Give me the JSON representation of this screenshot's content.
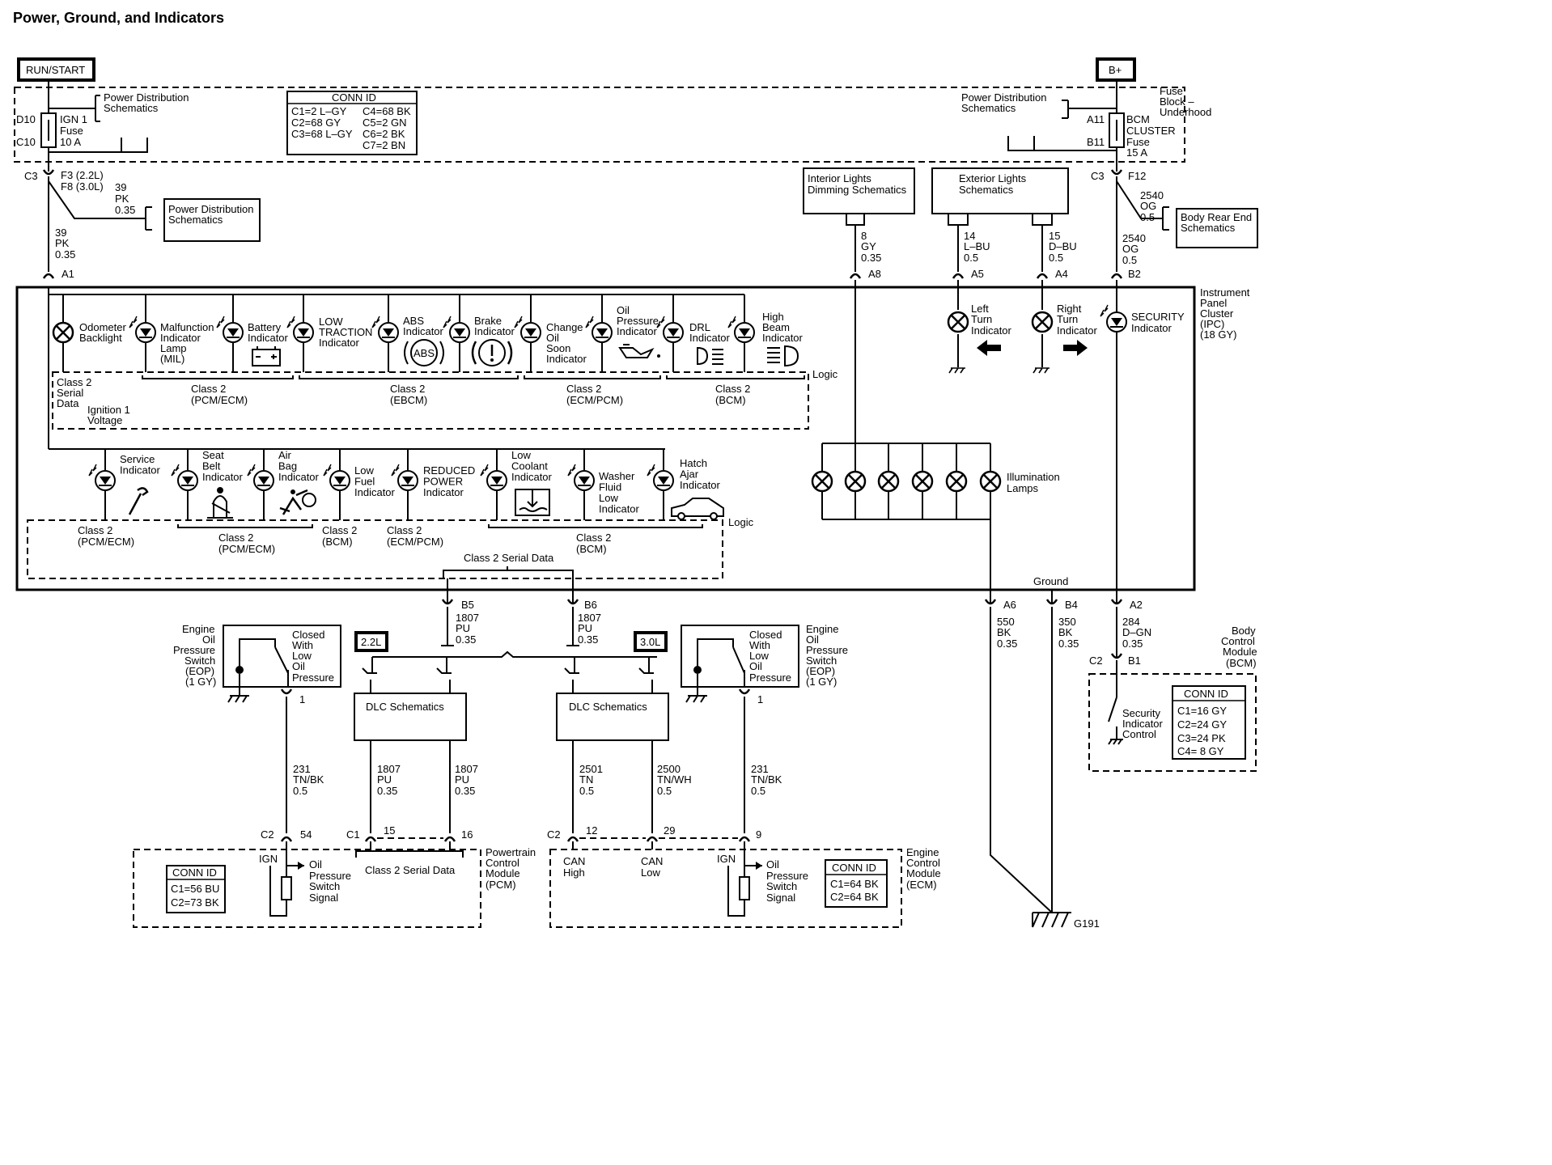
{
  "title": "Power, Ground, and Indicators",
  "supplies": {
    "run_start": "RUN/START",
    "b_plus": "B+"
  },
  "fuse_block": {
    "label": [
      "Fuse",
      "Block –",
      "Underhood"
    ],
    "ign_fuse": [
      "IGN 1",
      "Fuse",
      "10 A"
    ],
    "ign_pins": [
      "D10",
      "C10"
    ],
    "bcm_fuse": [
      "BCM",
      "CLUSTER",
      "Fuse",
      "15 A"
    ],
    "bcm_pins": [
      "A11",
      "B11"
    ],
    "pd_left": [
      "Power Distribution",
      "Schematics"
    ],
    "pd_right": [
      "Power Distribution",
      "Schematics"
    ]
  },
  "conn_id_main": {
    "title": "CONN ID",
    "left": [
      "C1=2 L–GY",
      "C2=68 GY",
      "C3=68 L–GY"
    ],
    "right": [
      "C4=68 BK",
      "C5=2 GN",
      "C6=2 BK",
      "C7=2 BN"
    ]
  },
  "feed_left": {
    "connector": "C3",
    "cavities": [
      "F3 (2.2L)",
      "F8 (3.0L)"
    ],
    "branch_wire": [
      "39",
      "PK",
      "0.35"
    ],
    "branch_box": [
      "Power Distribution",
      "Schematics"
    ],
    "wire": [
      "39",
      "PK",
      "0.35"
    ],
    "pin": "A1"
  },
  "feed_right": {
    "connector": "C3",
    "cavity": "F12",
    "branch_wire": [
      "2540",
      "OG",
      "0.5"
    ],
    "branch_box": [
      "Body Rear End",
      "Schematics"
    ],
    "wire": [
      "2540",
      "OG",
      "0.5"
    ],
    "pin": "B2"
  },
  "dimming": {
    "box": [
      "Interior Lights",
      "Dimming Schematics"
    ],
    "wire": [
      "8",
      "GY",
      "0.35"
    ],
    "pin": "A8"
  },
  "exterior": {
    "box": [
      "Exterior Lights",
      "Schematics"
    ],
    "left_wire": [
      "14",
      "L–BU",
      "0.5"
    ],
    "left_pin": "A5",
    "right_wire": [
      "15",
      "D–BU",
      "0.5"
    ],
    "right_pin": "A4"
  },
  "ipc_label": [
    "Instrument",
    "Panel",
    "Cluster",
    "(IPC)",
    "(18 GY)"
  ],
  "row1_indicators": [
    [
      "Odometer",
      "Backlight"
    ],
    [
      "Malfunction",
      "Indicator",
      "Lamp",
      "(MIL)"
    ],
    [
      "Battery",
      "Indicator"
    ],
    [
      "LOW",
      "TRACTION",
      "Indicator"
    ],
    [
      "ABS",
      "Indicator"
    ],
    [
      "Brake",
      "Indicator"
    ],
    [
      "Change",
      "Oil",
      "Soon",
      "Indicator"
    ],
    [
      "Oil",
      "Pressure",
      "Indicator"
    ],
    [
      "DRL",
      "Indicator"
    ],
    [
      "High",
      "Beam",
      "Indicator"
    ]
  ],
  "abs_symbol": "ABS",
  "brake_symbol": "(!)",
  "turn": {
    "left": [
      "Left",
      "Turn",
      "Indicator"
    ],
    "right": [
      "Right",
      "Turn",
      "Indicator"
    ],
    "security": [
      "SECURITY",
      "Indicator"
    ]
  },
  "row1_logic": {
    "serial": [
      "Class 2",
      "Serial",
      "Data"
    ],
    "groups": [
      [
        "Class 2",
        "(PCM/ECM)"
      ],
      [
        "Class 2",
        "(EBCM)"
      ],
      [
        "Class 2",
        "(ECM/PCM)"
      ],
      [
        "Class 2",
        "(BCM)"
      ]
    ],
    "logic": "Logic",
    "ign_voltage": [
      "Ignition 1",
      "Voltage"
    ]
  },
  "row2_indicators": [
    [
      "Service",
      "Indicator"
    ],
    [
      "Seat",
      "Belt",
      "Indicator"
    ],
    [
      "Air",
      "Bag",
      "Indicator"
    ],
    [
      "Low",
      "Fuel",
      "Indicator"
    ],
    [
      "REDUCED",
      "POWER",
      "Indicator"
    ],
    [
      "Low",
      "Coolant",
      "Indicator"
    ],
    [
      "Washer",
      "Fluid",
      "Low",
      "Indicator"
    ],
    [
      "Hatch",
      "Ajar",
      "Indicator"
    ]
  ],
  "row2_logic": {
    "groups": [
      [
        "Class 2",
        "(PCM/ECM)"
      ],
      [
        "Class 2",
        "(PCM/ECM)"
      ],
      [
        "Class 2",
        "(BCM)"
      ],
      [
        "Class 2",
        "(ECM/PCM)"
      ],
      [
        "Class 2",
        "(BCM)"
      ]
    ],
    "logic": "Logic",
    "serial": "Class 2 Serial Data"
  },
  "illumination": "Illumination\nLamps",
  "illum_label": [
    "Illumination",
    "Lamps"
  ],
  "ground_label": "Ground",
  "ipc_bottom_pins": {
    "b5": {
      "pin": "B5",
      "wire": [
        "1807",
        "PU",
        "0.35"
      ]
    },
    "b6": {
      "pin": "B6",
      "wire": [
        "1807",
        "PU",
        "0.35"
      ]
    },
    "a6": {
      "pin": "A6",
      "wire": [
        "550",
        "BK",
        "0.35"
      ]
    },
    "b4": {
      "pin": "B4",
      "wire": [
        "350",
        "BK",
        "0.35"
      ]
    },
    "a2": {
      "pin": "A2",
      "wire": [
        "284",
        "D–GN",
        "0.35"
      ]
    }
  },
  "engine_tags": [
    "2.2L",
    "3.0L"
  ],
  "dlc": [
    "DLC Schematics",
    "DLC Schematics"
  ],
  "eop_left": {
    "label": [
      "Engine",
      "Oil",
      "Pressure",
      "Switch",
      "(EOP)",
      "(1 GY)"
    ],
    "switch": [
      "Closed",
      "With",
      "Low",
      "Oil",
      "Pressure"
    ],
    "pin": "1",
    "wire": [
      "231",
      "TN/BK",
      "0.5"
    ]
  },
  "eop_right": {
    "label": [
      "Engine",
      "Oil",
      "Pressure",
      "Switch",
      "(EOP)",
      "(1 GY)"
    ],
    "switch": [
      "Closed",
      "With",
      "Low",
      "Oil",
      "Pressure"
    ],
    "pin": "1",
    "wire": [
      "231",
      "TN/BK",
      "0.5"
    ]
  },
  "pcm": {
    "label": [
      "Powertrain",
      "Control",
      "Module",
      "(PCM)"
    ],
    "conn": {
      "title": "CONN ID",
      "rows": [
        "C1=56 BU",
        "C2=73 BK"
      ]
    },
    "pins": {
      "c2": "C2",
      "p54": "54",
      "c1": "C1",
      "p15": "15",
      "p16": "16"
    },
    "dlc_wires": [
      [
        "1807",
        "PU",
        "0.35"
      ],
      [
        "1807",
        "PU",
        "0.35"
      ]
    ],
    "ign": "IGN",
    "switch_signal": [
      "Oil",
      "Pressure",
      "Switch",
      "Signal"
    ],
    "serial": "Class 2 Serial Data"
  },
  "ecm": {
    "label": [
      "Engine",
      "Control",
      "Module",
      "(ECM)"
    ],
    "conn": {
      "title": "CONN ID",
      "rows": [
        "C1=64 BK",
        "C2=64 BK"
      ]
    },
    "pins": {
      "c2": "C2",
      "p12": "12",
      "p29": "29",
      "p9": "9"
    },
    "can_wires": [
      [
        "2501",
        "TN",
        "0.5"
      ],
      [
        "2500",
        "TN/WH",
        "0.5"
      ]
    ],
    "can": [
      [
        "CAN",
        "High"
      ],
      [
        "CAN",
        "Low"
      ]
    ],
    "ign": "IGN",
    "switch_signal": [
      "Oil",
      "Pressure",
      "Switch",
      "Signal"
    ]
  },
  "bcm": {
    "label": [
      "Body",
      "Control",
      "Module",
      "(BCM)"
    ],
    "connector": "C2",
    "pin": "B1",
    "security": [
      "Security",
      "Indicator",
      "Control"
    ],
    "conn": {
      "title": "CONN ID",
      "rows": [
        "C1=16 GY",
        "C2=24 GY",
        "C3=24 PK",
        "C4=  8 GY"
      ]
    }
  },
  "g191": "G191"
}
